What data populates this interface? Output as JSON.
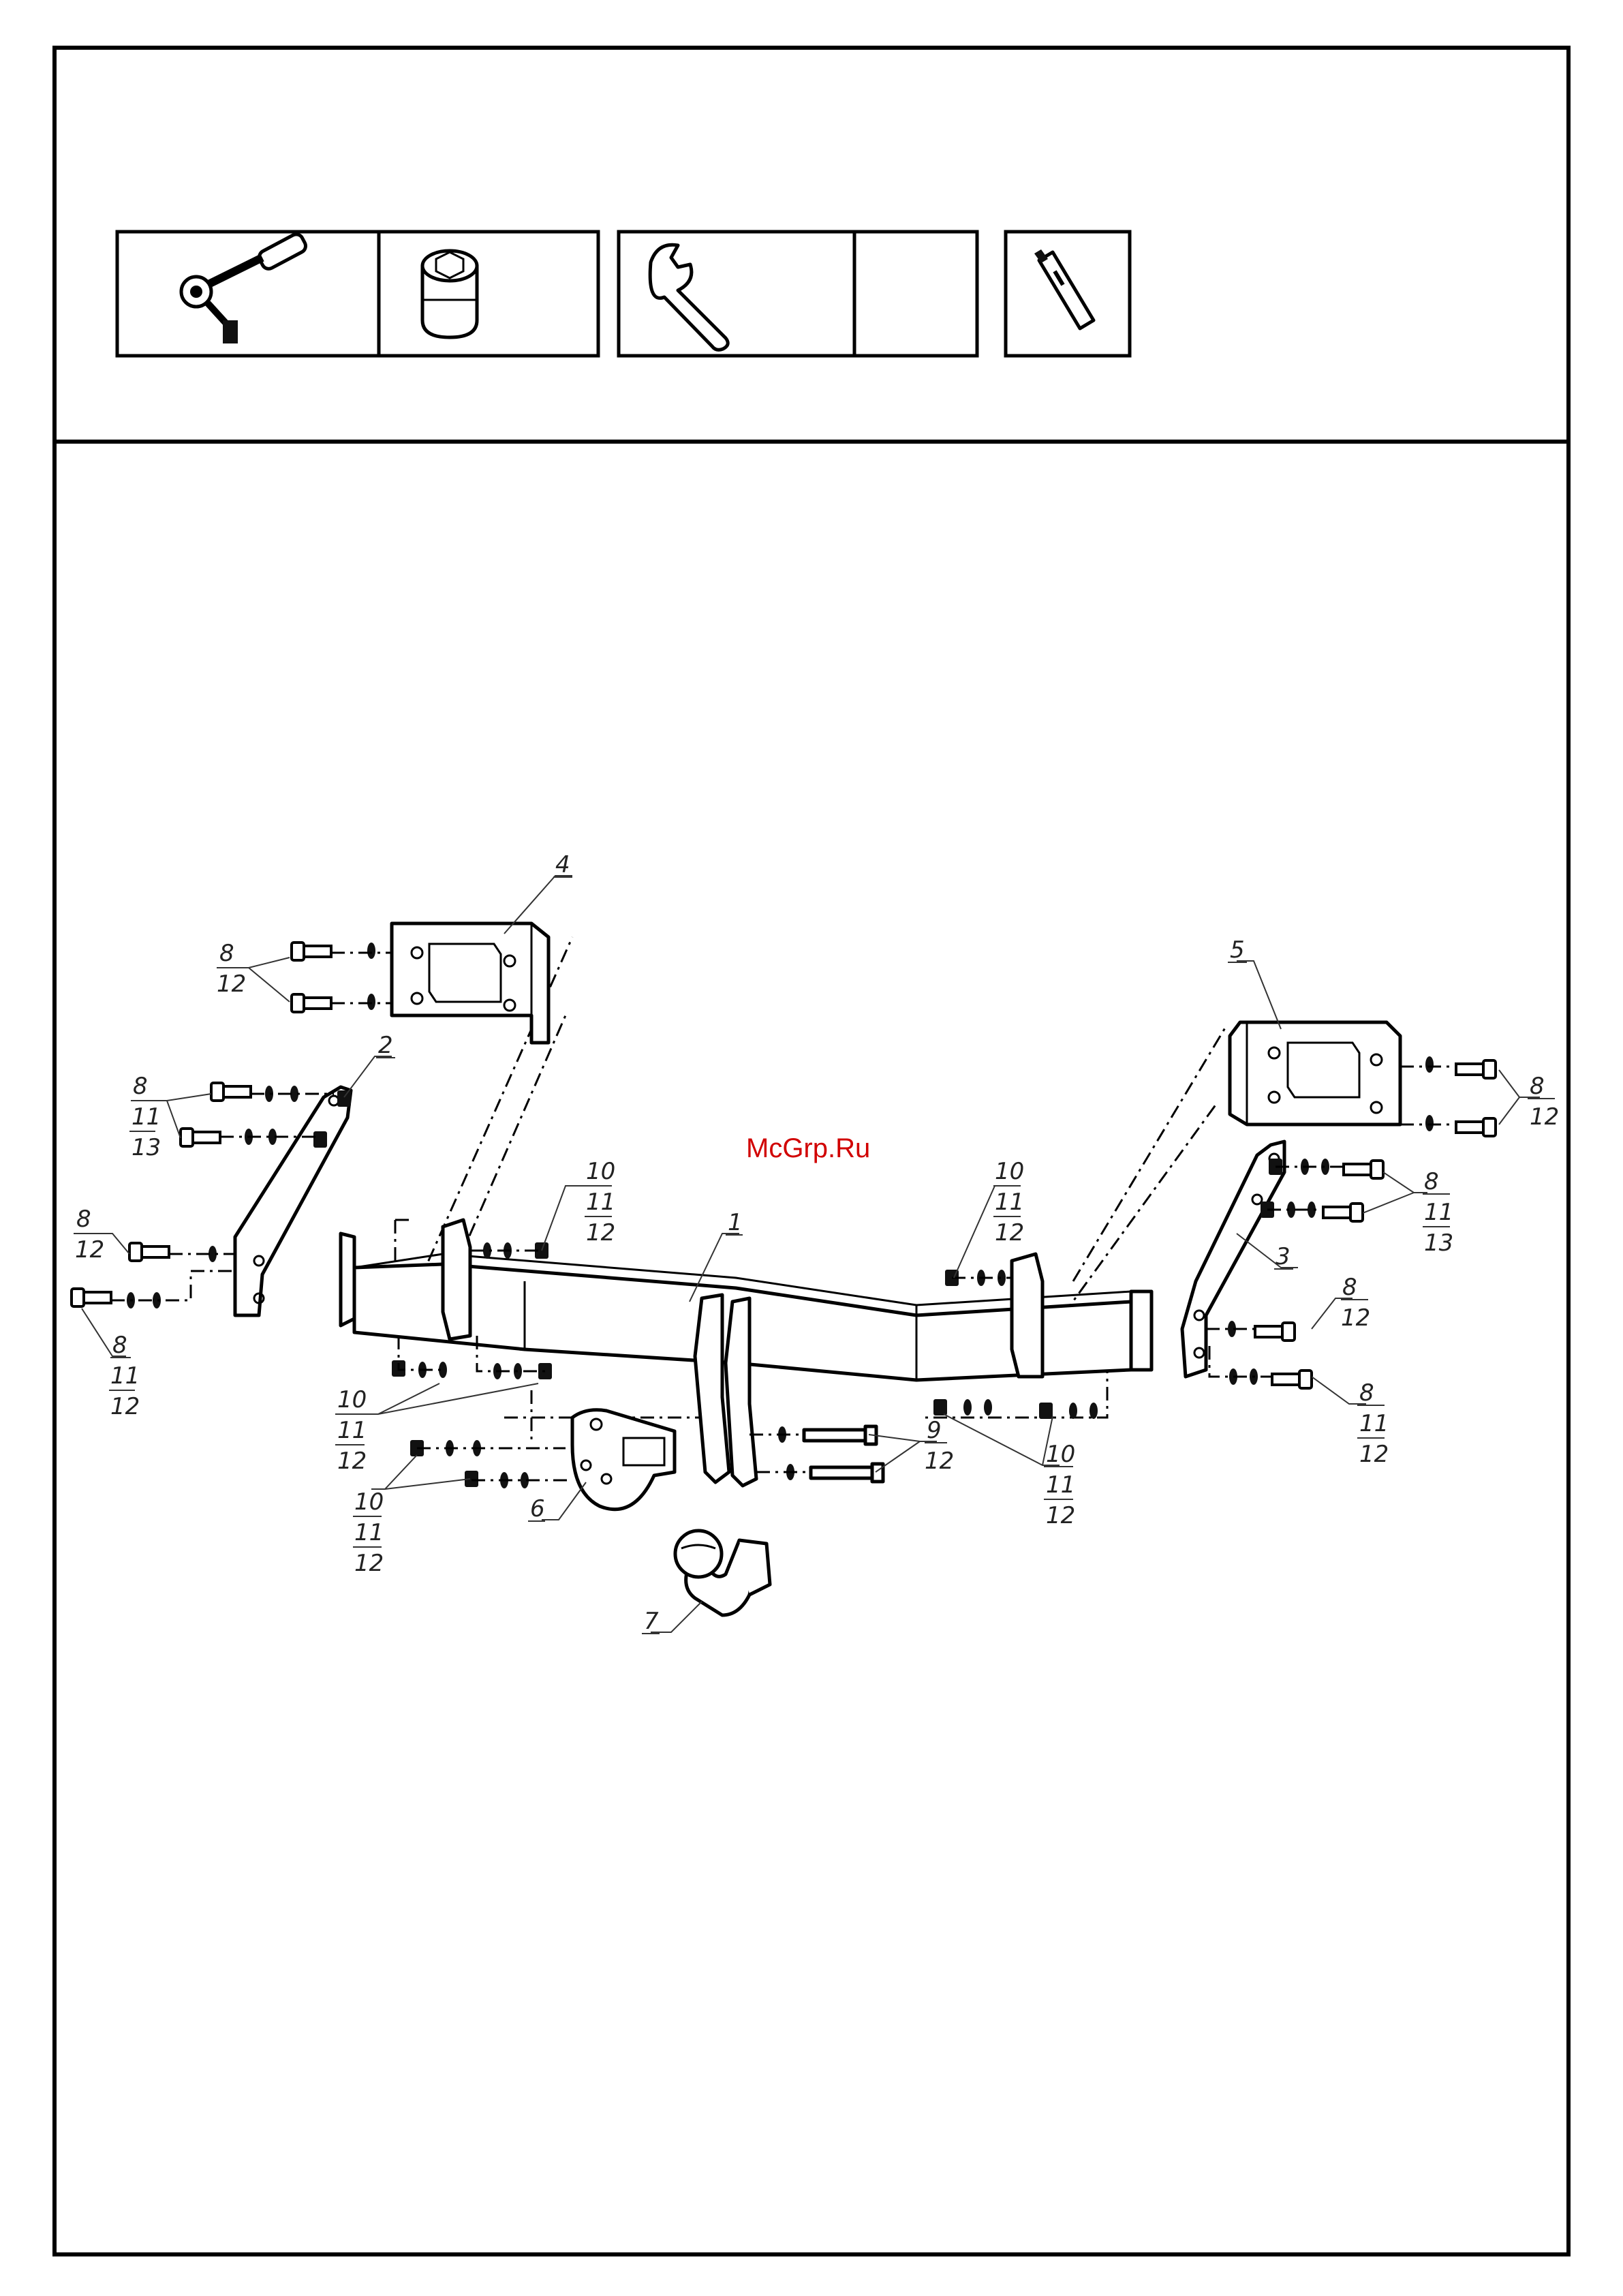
{
  "watermark": "McGrp.Ru",
  "tools": [
    {
      "icon": "ratchet-wrench-icon"
    },
    {
      "icon": "socket-head-icon"
    },
    {
      "icon": "open-end-wrench-icon"
    },
    {
      "icon": "empty-tool-cell"
    },
    {
      "icon": "utility-knife-icon"
    }
  ],
  "callouts": {
    "c4": "4",
    "c5": "5",
    "c2": "2",
    "c1": "1",
    "c3": "3",
    "c6": "6",
    "c7": "7",
    "tl_a": "8",
    "tl_b": "12",
    "l2_a": "8",
    "l2_b": "11",
    "l2_c": "13",
    "l3_a": "8",
    "l3_b": "12",
    "l4_a": "8",
    "l4_b": "11",
    "l4_c": "12",
    "ml_a": "10",
    "ml_b": "11",
    "ml_c": "12",
    "mr_a": "10",
    "mr_b": "11",
    "mr_c": "12",
    "tr_a": "8",
    "tr_b": "12",
    "r2_a": "8",
    "r2_b": "11",
    "r2_c": "13",
    "r3_a": "8",
    "r3_b": "12",
    "r4_a": "8",
    "r4_b": "11",
    "r4_c": "12",
    "bl_a": "10",
    "bl_b": "11",
    "bl_c": "12",
    "bl2_a": "10",
    "bl2_b": "11",
    "bl2_c": "12",
    "b9_a": "9",
    "b9_b": "12",
    "br_a": "10",
    "br_b": "11",
    "br_c": "12"
  }
}
